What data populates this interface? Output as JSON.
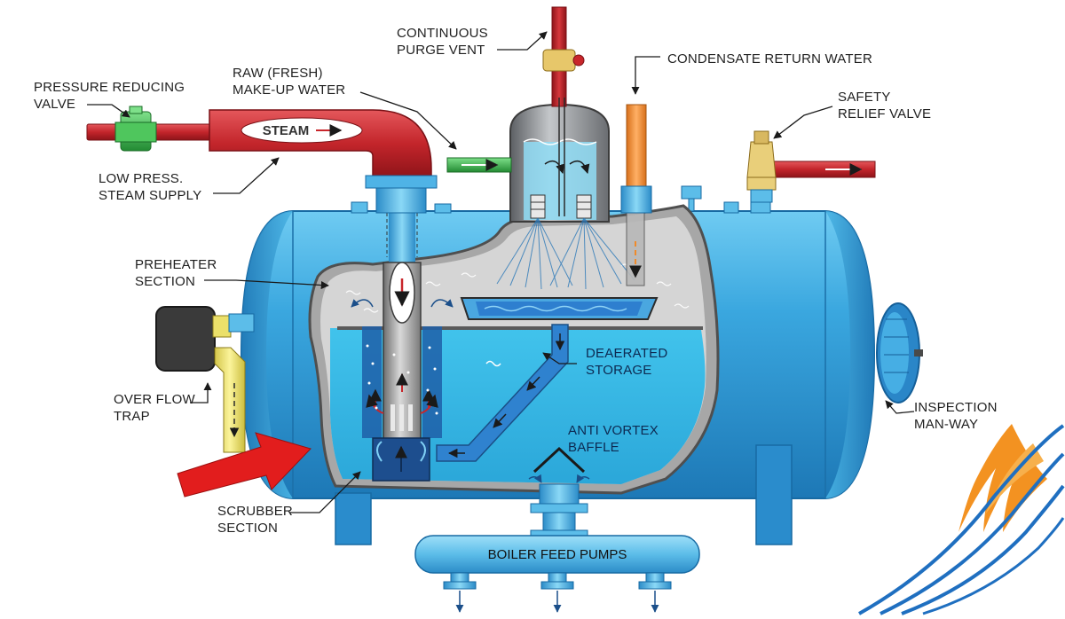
{
  "labels": {
    "pressure_reducing_valve": [
      "PRESSURE REDUCING",
      "VALVE"
    ],
    "raw_makeup_water": [
      "RAW (FRESH)",
      "MAKE-UP WATER"
    ],
    "continuous_purge_vent": [
      "CONTINUOUS",
      "PURGE VENT"
    ],
    "condensate_return_water": [
      "CONDENSATE RETURN WATER"
    ],
    "safety_relief_valve": [
      "SAFETY",
      "RELIEF VALVE"
    ],
    "low_press_steam_supply": [
      "LOW PRESS.",
      "STEAM SUPPLY"
    ],
    "preheater_section": [
      "PREHEATER",
      "SECTION"
    ],
    "deaerated_storage": [
      "DEAERATED",
      "STORAGE"
    ],
    "over_flow_trap": [
      "OVER FLOW",
      "TRAP"
    ],
    "anti_vortex_baffle": [
      "ANTI VORTEX",
      "BAFFLE"
    ],
    "inspection_man_way": [
      "INSPECTION",
      "MAN-WAY"
    ],
    "scrubber_section": [
      "SCRUBBER",
      "SECTION"
    ],
    "steam_pipe_label": "STEAM",
    "boiler_feed_pumps": "BOILER FEED PUMPS"
  },
  "colors": {
    "tank_blue": "#2f9fd6",
    "tank_dark": "#1b6fa8",
    "steam_red": "#c8262b",
    "water_cyan": "#3fc6ea",
    "condensate_orange": "#f08a2a",
    "makeup_green": "#3cb44a",
    "trap_yellow": "#efe46a",
    "logo_orange": "#f39221",
    "logo_blue": "#1f6fc0"
  },
  "icons": [
    "swirl-logo-icon",
    "big-red-arrow-icon"
  ]
}
